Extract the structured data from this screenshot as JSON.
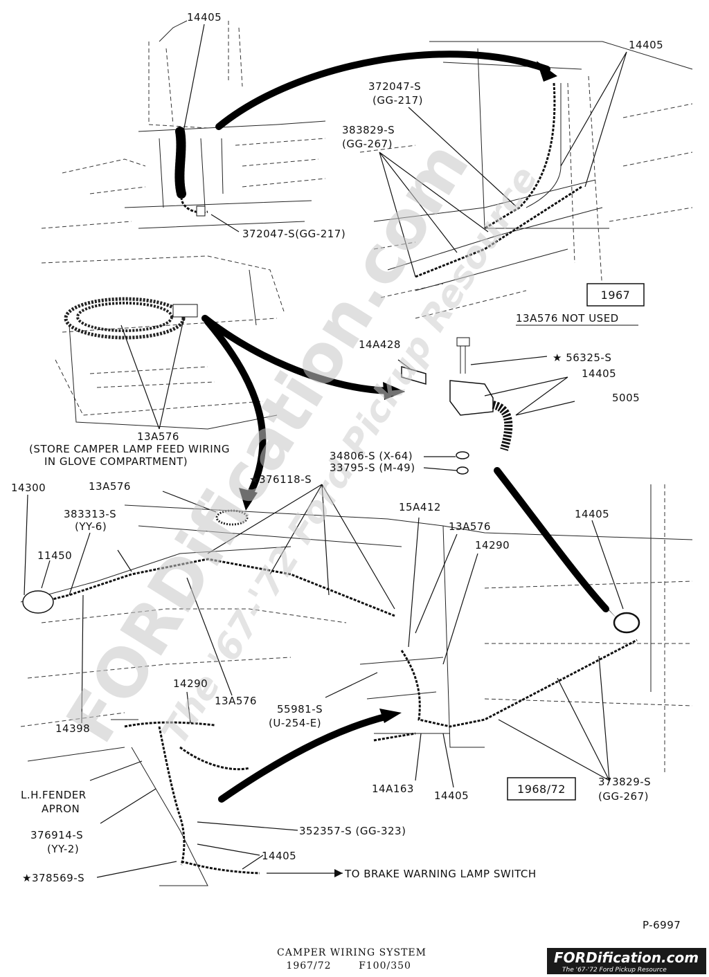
{
  "watermark": {
    "main": "FORDification.com",
    "tagline": "The '67-'72 Ford Pickup Resource"
  },
  "year_boxes": {
    "top": "1967",
    "bottom": "1968/72"
  },
  "notes": {
    "not_used": "13A576 NOT USED",
    "store_line1": "(STORE CAMPER LAMP FEED WIRING",
    "store_line2": "IN GLOVE COMPARTMENT)",
    "brake": "TO BRAKE WARNING LAMP SWITCH",
    "fender_line1": "L.H.FENDER",
    "fender_line2": "APRON"
  },
  "labels": {
    "p_14405_top_left": "14405",
    "p_372047_left": "372047-S(GG-217)",
    "p_14405_top_right": "14405",
    "p_372047_right_a": "372047-S",
    "p_372047_right_b": "(GG-217)",
    "p_383829_a": "383829-S",
    "p_383829_b": "(GG-267)",
    "p_13A576_glove": "13A576",
    "p_14A428": "14A428",
    "p_56325": "★ 56325-S",
    "p_14405_mid": "14405",
    "p_5005": "5005",
    "p_34806": "34806-S (X-64)",
    "p_33795": "33795-S (M-49)",
    "p_14300": "14300",
    "p_13A576_coil": "13A576",
    "p_376118": "★376118-S",
    "p_383313_a": "383313-S",
    "p_383313_b": "(YY-6)",
    "p_11450": "11450",
    "p_15A412": "15A412",
    "p_13A576_right": "13A576",
    "p_14290_right": "14290",
    "p_14405_right": "14405",
    "p_14290_left": "14290",
    "p_13A576_lower": "13A576",
    "p_14398": "14398",
    "p_55981_a": "55981-S",
    "p_55981_b": "(U-254-E)",
    "p_14A163": "14A163",
    "p_14405_bottom": "14405",
    "p_373829_a": "373829-S",
    "p_373829_b": "(GG-267)",
    "p_376914_a": "376914-S",
    "p_376914_b": "(YY-2)",
    "p_352357": "352357-S (GG-323)",
    "p_14405_lowleft": "14405",
    "p_378569": "★378569-S"
  },
  "figure_number": "P-6997",
  "caption": {
    "title": "CAMPER WIRING SYSTEM",
    "years": "1967/72",
    "models": "F100/350"
  },
  "logo": {
    "main": "FORDification.com",
    "sub": "The '67-'72 Ford Pickup Resource"
  }
}
